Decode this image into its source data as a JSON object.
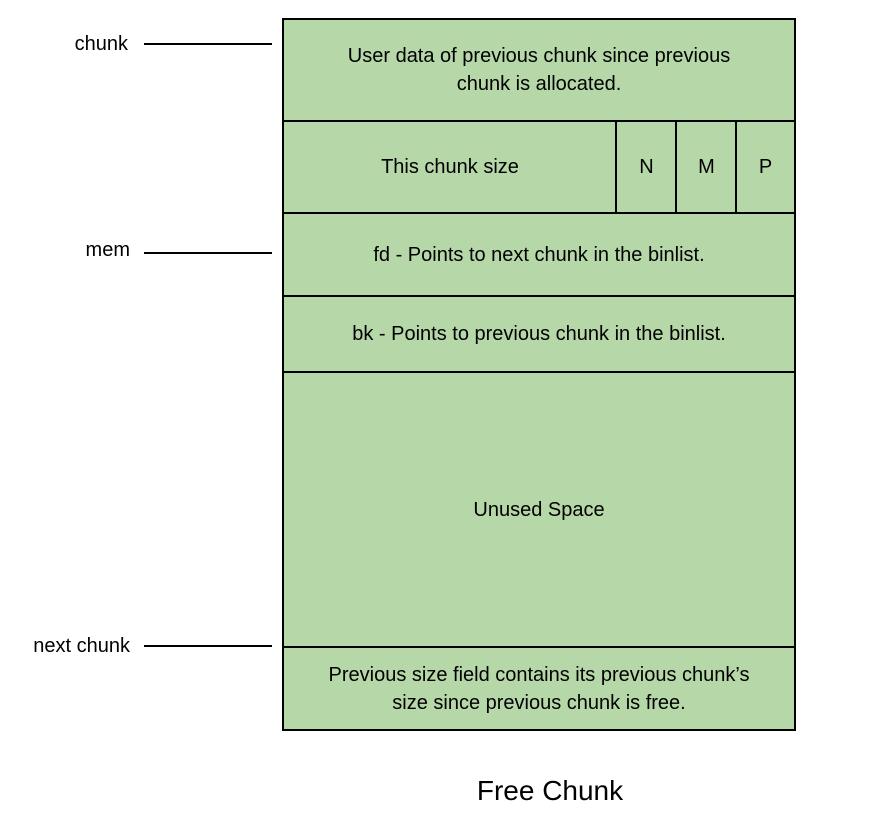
{
  "colors": {
    "block_fill": "#b6d7a8",
    "border": "#000000",
    "background": "#ffffff"
  },
  "pointers": {
    "chunk": "chunk",
    "mem": "mem",
    "next_chunk": "next chunk"
  },
  "blocks": {
    "prev_user_data": "User data of previous chunk since previous chunk is allocated.",
    "chunk_size": "This chunk size",
    "flag_n": "N",
    "flag_m": "M",
    "flag_p": "P",
    "fd": "fd - Points to next chunk in the binlist.",
    "bk": "bk - Points to previous chunk in the binlist.",
    "unused": "Unused Space",
    "prev_size": "Previous size field contains its previous chunk’s size since previous chunk is free."
  },
  "caption": "Free Chunk"
}
